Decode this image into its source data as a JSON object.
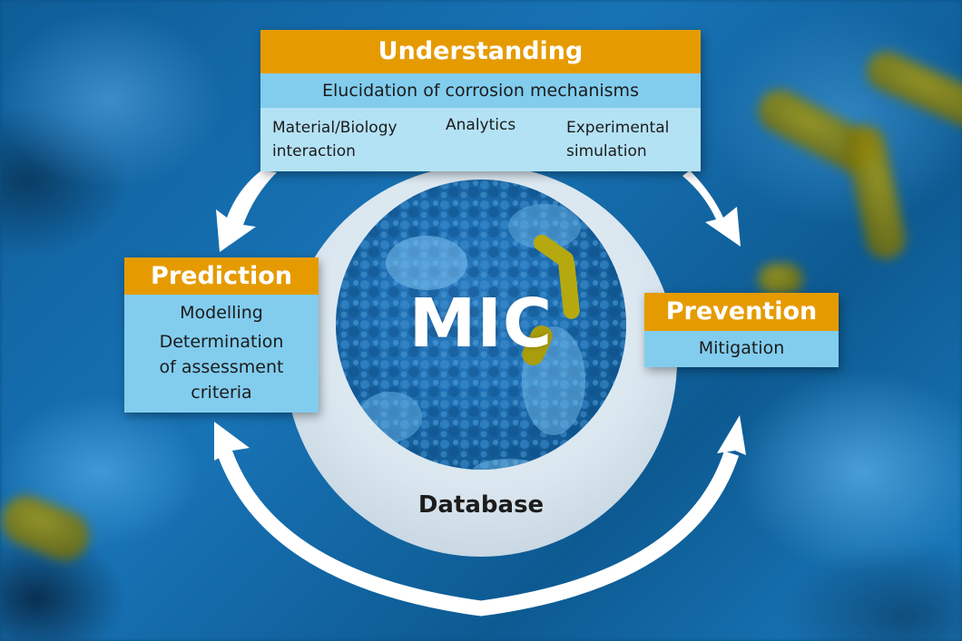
{
  "diagram": {
    "center_label": "MIC",
    "database_label": "Database",
    "colors": {
      "header_orange": "#e59b00",
      "sub_blue": "#82cdee",
      "sub_light_blue": "#b4e2f5",
      "disc_light": "#dce8f1",
      "background_blue": "#0e5d98",
      "arrow_white": "#ffffff"
    },
    "understanding": {
      "title": "Understanding",
      "subtitle": "Elucidation of corrosion mechanisms",
      "items": [
        {
          "line1": "Material/Biology",
          "line2": "interaction"
        },
        {
          "line1": "Analytics",
          "line2": ""
        },
        {
          "line1": "Experimental",
          "line2": "simulation"
        }
      ]
    },
    "prediction": {
      "title": "Prediction",
      "items": [
        "Modelling",
        "Determination",
        "of assessment",
        "criteria"
      ]
    },
    "prevention": {
      "title": "Prevention",
      "items": [
        "Mitigation"
      ]
    },
    "arrows": [
      {
        "name": "understanding-to-prediction",
        "direction": "down-left"
      },
      {
        "name": "understanding-to-prevention",
        "direction": "down-right"
      },
      {
        "name": "bottom-bidirectional",
        "direction": "both",
        "ends": [
          "prediction",
          "prevention"
        ]
      }
    ]
  }
}
